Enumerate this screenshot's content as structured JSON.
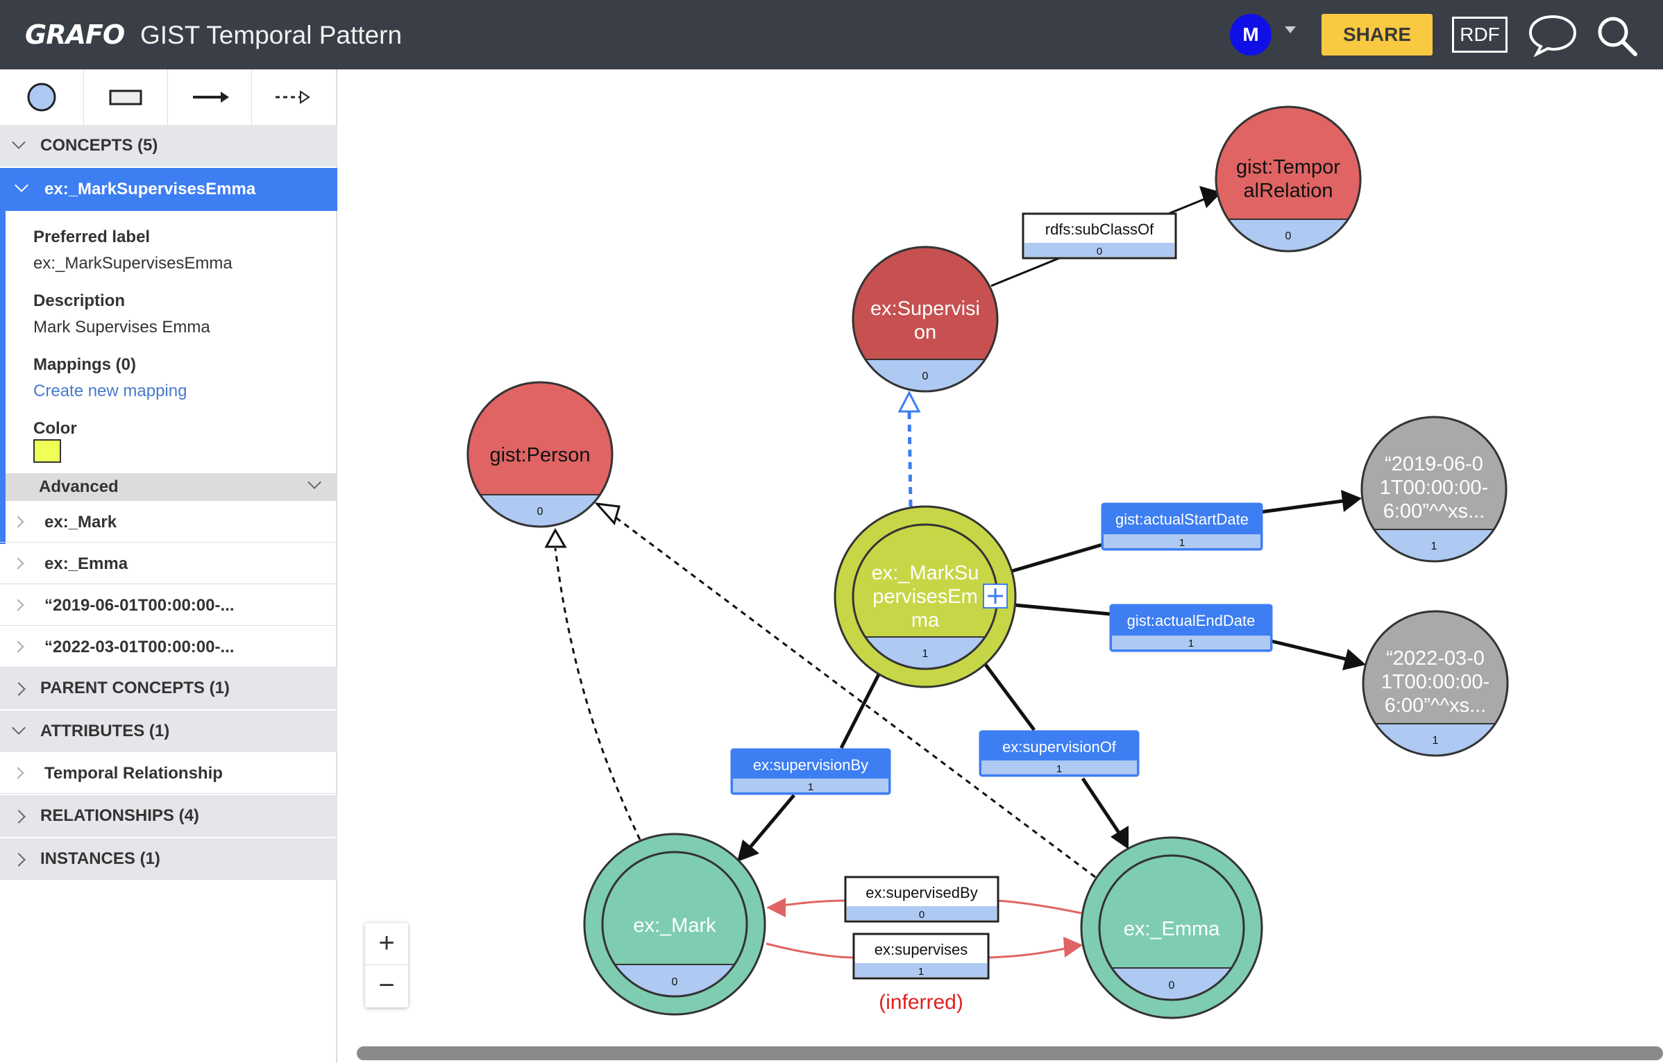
{
  "app": {
    "logo": "GRAFO",
    "title": "GIST Temporal Pattern"
  },
  "header": {
    "avatar_initial": "M",
    "share_label": "SHARE",
    "rdf_label": "RDF"
  },
  "sidebar": {
    "concepts_header": "CONCEPTS (5)",
    "active_concept": "ex:_MarkSupervisesEmma",
    "preferred_label_title": "Preferred label",
    "preferred_label_value": "ex:_MarkSupervisesEmma",
    "description_title": "Description",
    "description_value": "Mark Supervises Emma",
    "mappings_title": "Mappings (0)",
    "create_mapping": "Create new mapping",
    "color_title": "Color",
    "color_value": "#eeff55",
    "advanced": "Advanced",
    "concept_items": [
      "ex:_Mark",
      "ex:_Emma",
      "“2019-06-01T00:00:00-...",
      "“2022-03-01T00:00:00-..."
    ],
    "parent_concepts": "PARENT CONCEPTS (1)",
    "attributes": "ATTRIBUTES (1)",
    "attribute_items": [
      "Temporal Relationship"
    ],
    "relationships": "RELATIONSHIPS (4)",
    "instances": "INSTANCES (1)"
  },
  "graph": {
    "nodes": {
      "temporal_relation": {
        "line1": "gist:Tempor",
        "line2": "alRelation",
        "count": "0",
        "color": "#e06464"
      },
      "supervision": {
        "line1": "ex:Supervisi",
        "line2": "on",
        "count": "0",
        "color": "#c75050"
      },
      "person": {
        "line1": "gist:Person",
        "count": "0",
        "color": "#e06464"
      },
      "mark_supervises_emma": {
        "line1": "ex:_MarkSu",
        "line2": "pervisesEm",
        "line3": "ma",
        "count": "1",
        "color": "#c7d646"
      },
      "start_date": {
        "line1": "“2019-06-0",
        "line2": "1T00:00:00-",
        "line3": "6:00”^^xs...",
        "count": "1",
        "color": "#a9a9a9"
      },
      "end_date": {
        "line1": "“2022-03-0",
        "line2": "1T00:00:00-",
        "line3": "6:00”^^xs...",
        "count": "1",
        "color": "#a9a9a9"
      },
      "mark": {
        "line1": "ex:_Mark",
        "count": "0",
        "color": "#7ecdb0"
      },
      "emma": {
        "line1": "ex:_Emma",
        "count": "0",
        "color": "#7ecdb0"
      }
    },
    "edges": {
      "subclassof": {
        "label": "rdfs:subClassOf",
        "count": "0"
      },
      "start": {
        "label": "gist:actualStartDate",
        "count": "1"
      },
      "end": {
        "label": "gist:actualEndDate",
        "count": "1"
      },
      "supervision_by": {
        "label": "ex:supervisionBy",
        "count": "1"
      },
      "supervision_of": {
        "label": "ex:supervisionOf",
        "count": "1"
      },
      "supervised_by": {
        "label": "ex:supervisedBy",
        "count": "0"
      },
      "supervises": {
        "label": "ex:supervises",
        "count": "1"
      }
    },
    "inferred_note": "(inferred)"
  },
  "zoom": {
    "plus": "+",
    "minus": "−"
  }
}
